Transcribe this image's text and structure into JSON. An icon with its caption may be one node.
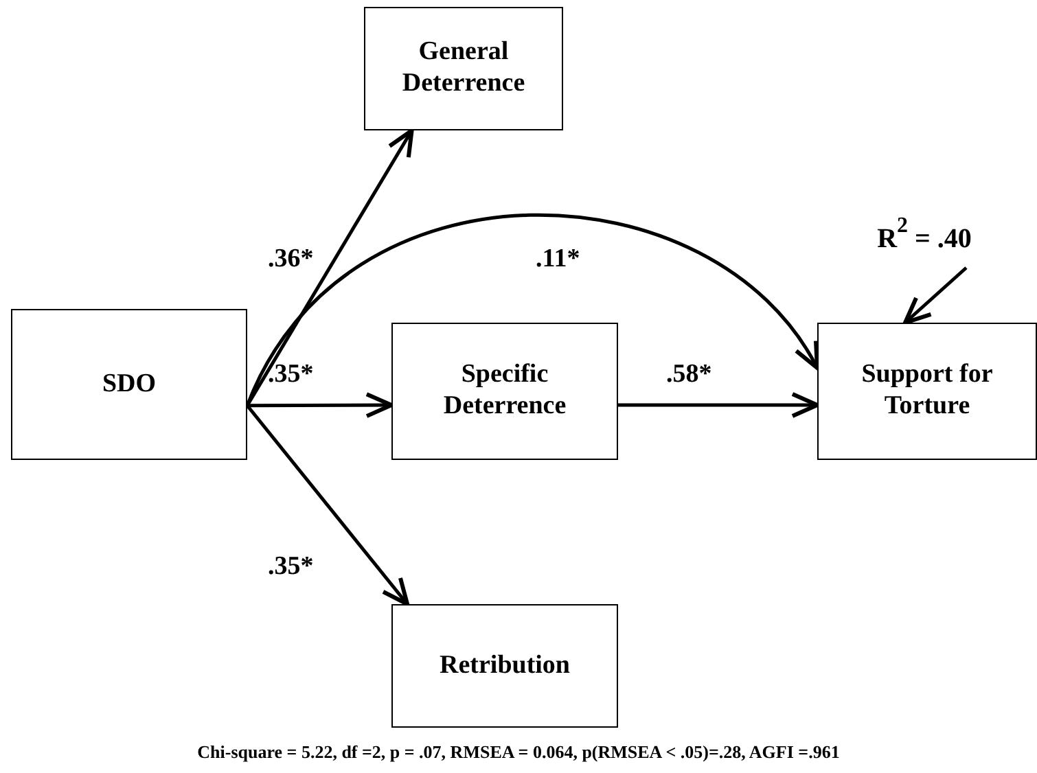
{
  "diagram": {
    "caption": "Chi-square = 5.22, df =2, p = .07, RMSEA = 0.064, p(RMSEA < .05)=.28, AGFI =.961",
    "nodes": [
      {
        "text": [
          "SDO"
        ]
      },
      {
        "text": [
          "General Deterrence"
        ]
      },
      {
        "text": [
          "Specific Deterrence"
        ]
      },
      {
        "text": [
          "Support for Torture"
        ]
      },
      {
        "text": [
          "Retribution"
        ]
      },
      {
        "text": [
          "R$^{2}$ = .40"
        ]
      }
    ],
    "edges": [
      {
        "from": 0,
        "to": 1,
        "arrow": "to",
        "label": ".36*"
      },
      {
        "from": 0,
        "to": 3,
        "arrow": "to",
        "label": ".11*"
      },
      {
        "from": 0,
        "to": 2,
        "arrow": "to",
        "label": ".35*"
      },
      {
        "from": 2,
        "to": 3,
        "arrow": "to",
        "label": ".58*"
      },
      {
        "from": 0,
        "to": 4,
        "arrow": "to",
        "label": ".35*"
      },
      {
        "from": 5,
        "to": 3,
        "arrow": "to"
      }
    ]
  }
}
